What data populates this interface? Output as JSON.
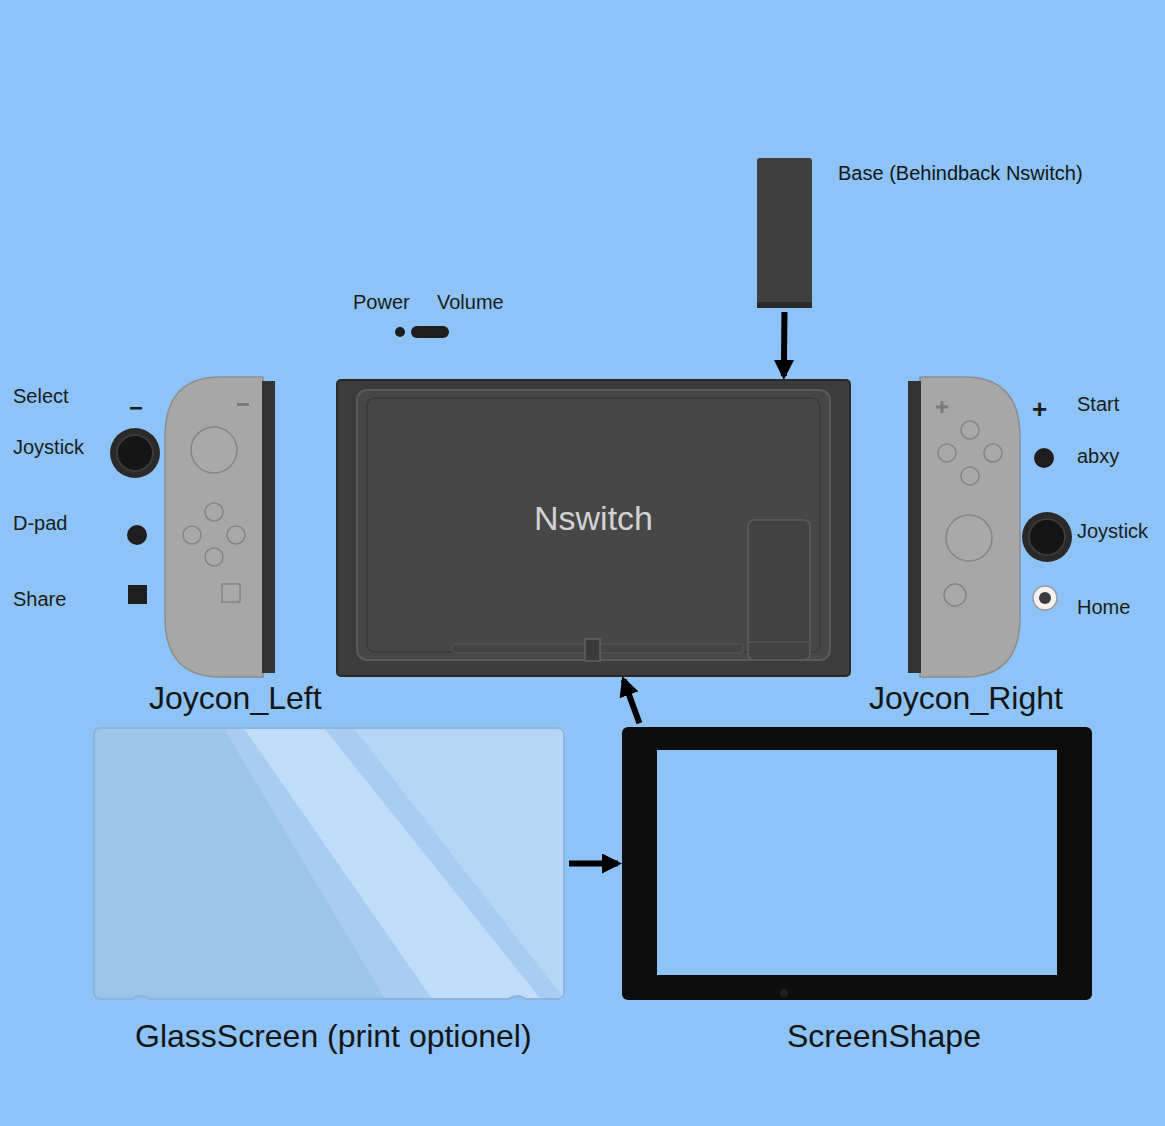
{
  "diagram": {
    "nodes": [
      {
        "text": [
          "Base (Behindback Nswitch)"
        ]
      },
      {
        "text": [
          "Nswitch"
        ]
      },
      {
        "text": [
          "Joycon_Left"
        ]
      },
      {
        "text": [
          "Joycon_Right"
        ]
      },
      {
        "text": [
          "GlassScreen (print optionel)"
        ]
      },
      {
        "text": [
          "ScreenShape"
        ]
      }
    ],
    "edges": [
      {
        "from": 0,
        "to": 1,
        "arrow": "to"
      },
      {
        "from": 4,
        "to": 5,
        "arrow": "to"
      },
      {
        "from": 5,
        "to": 1,
        "arrow": "to"
      }
    ],
    "labels": [
      "Power",
      "Volume",
      "Select",
      "−",
      "Joystick",
      "D-pad",
      "Share",
      "+",
      "Start",
      "abxy",
      "Joystick",
      "Home"
    ]
  }
}
